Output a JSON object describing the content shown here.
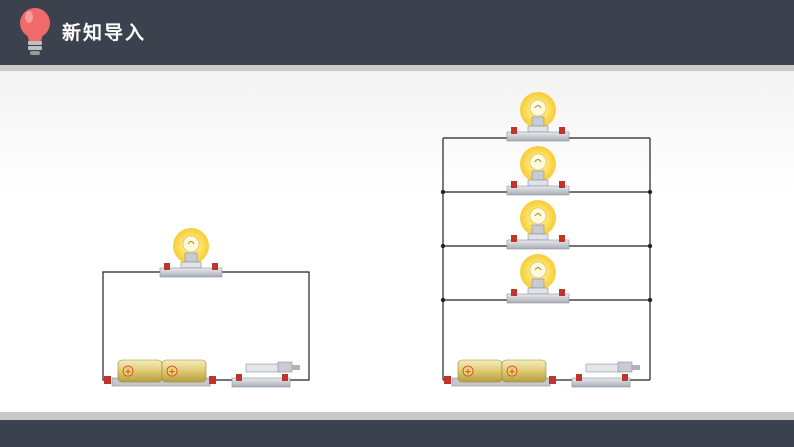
{
  "slide": {
    "title": "新知导入",
    "title_icon": "lightbulb-icon"
  },
  "colors": {
    "header_bg": "#3b414d",
    "stripe": "#c9c9c9",
    "bulb_glow": "#f5c518",
    "terminal": "#c0342b",
    "battery": "#d8c46a",
    "wire": "#222222"
  },
  "circuits": [
    {
      "name": "single-bulb-circuit",
      "bulbs": 1,
      "lit": true,
      "battery_cells": 2,
      "switch": "closed"
    },
    {
      "name": "parallel-four-bulb-circuit",
      "bulbs": 4,
      "lit": true,
      "battery_cells": 2,
      "switch": "closed",
      "connection": "parallel"
    }
  ]
}
